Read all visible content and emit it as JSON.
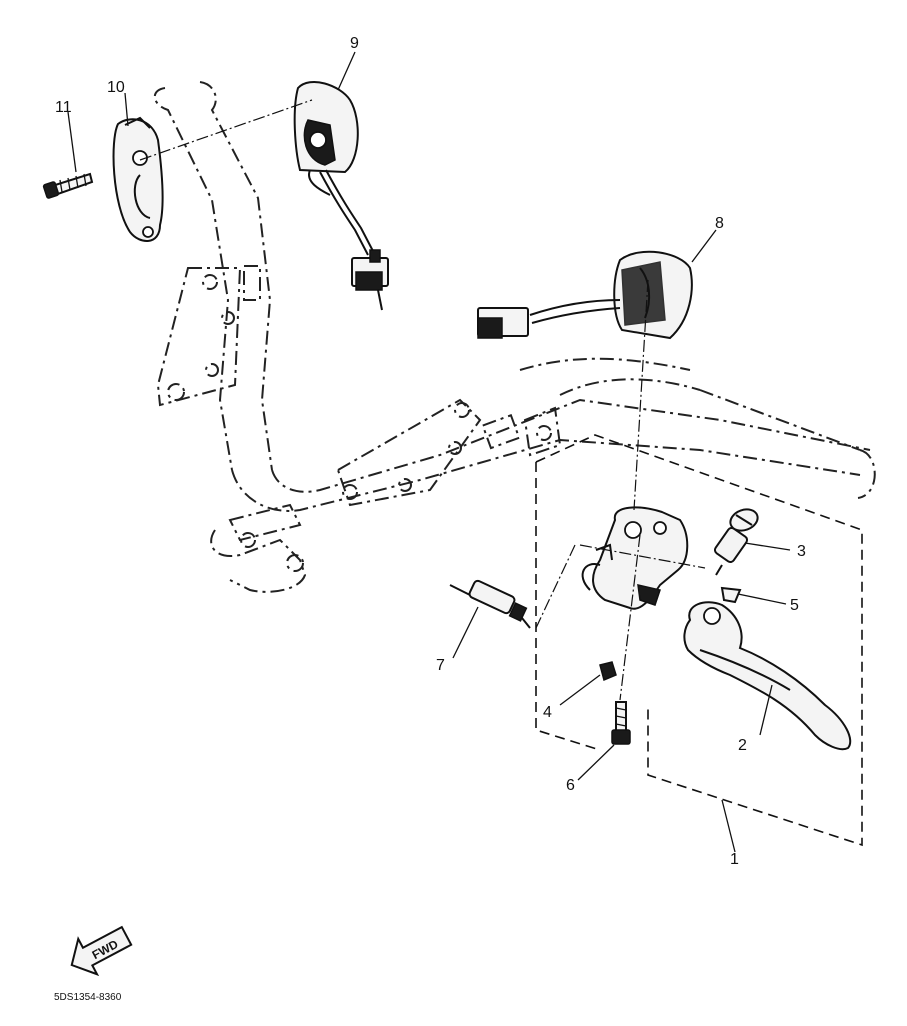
{
  "callouts": [
    {
      "id": "c1",
      "label": "1"
    },
    {
      "id": "c2",
      "label": "2"
    },
    {
      "id": "c3",
      "label": "3"
    },
    {
      "id": "c4",
      "label": "4"
    },
    {
      "id": "c5",
      "label": "5"
    },
    {
      "id": "c6",
      "label": "6"
    },
    {
      "id": "c7",
      "label": "7"
    },
    {
      "id": "c8",
      "label": "8"
    },
    {
      "id": "c9",
      "label": "9"
    },
    {
      "id": "c10",
      "label": "10"
    },
    {
      "id": "c11",
      "label": "11"
    }
  ],
  "fwd_label": "FWD",
  "drawing_code": "5DS1354-8360"
}
